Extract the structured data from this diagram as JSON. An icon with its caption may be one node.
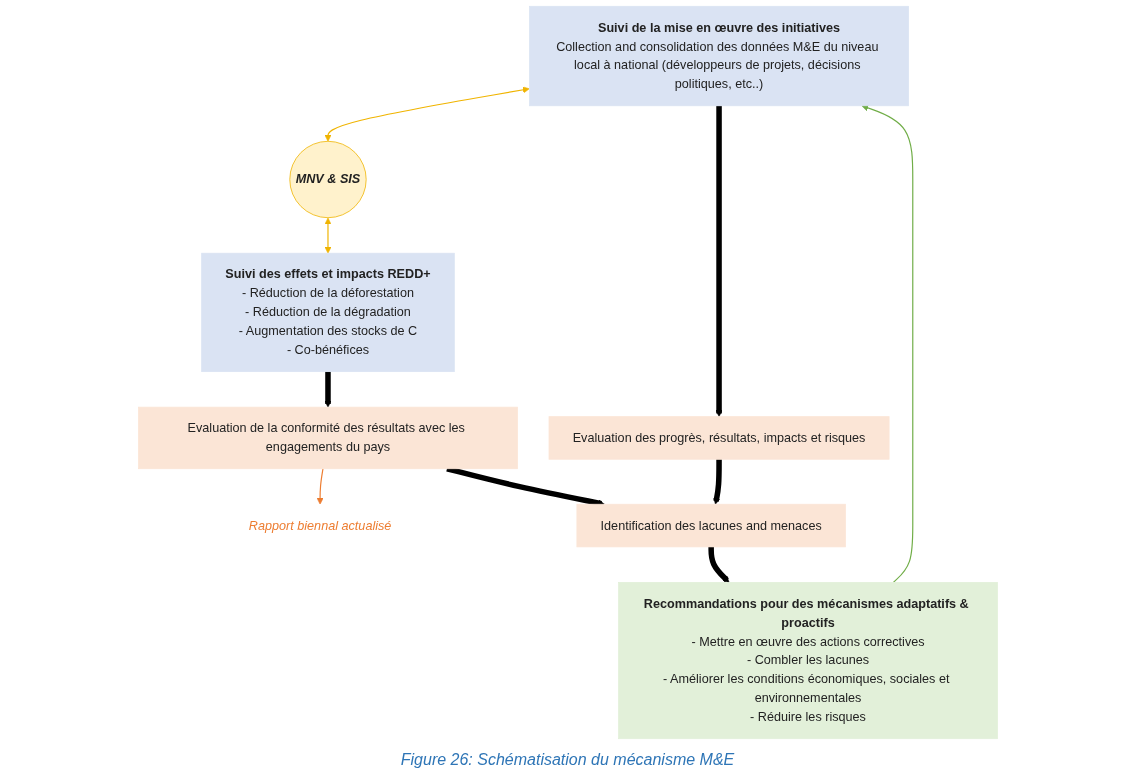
{
  "diagram": {
    "caption": "Figure 26: Schématisation du mécanisme M&E",
    "nodes": [
      {
        "text": [
          "Suivi de la mise en œuvre des initiatives",
          "Collection and consolidation des données M&E du niveau local à national (développeurs de projets, décisions politiques, etc..)"
        ]
      },
      {
        "text": [
          "MNV & SIS"
        ]
      },
      {
        "text": [
          "Suivi des effets et impacts REDD+",
          "- Réduction de la déforestation",
          "- Réduction de la dégradation",
          "- Augmentation des stocks de C",
          "- Co-bénéfices"
        ]
      },
      {
        "text": [
          "Evaluation des progrès, résultats, impacts et risques"
        ]
      },
      {
        "text": [
          "Evaluation de la conformité des résultats avec les engagements du pays"
        ]
      },
      {
        "text": [
          "Rapport biennal actualisé"
        ]
      },
      {
        "text": [
          "Identification des lacunes and menaces"
        ]
      },
      {
        "text": [
          "Recommandations pour des mécanismes adaptatifs & proactifs",
          "- Mettre en œuvre des actions correctives",
          "- Combler les lacunes",
          "- Améliorer les conditions économiques, sociales et environnementales",
          "- Réduire les risques"
        ]
      }
    ],
    "edges": [
      {
        "from": 0,
        "to": 1,
        "arrow": "both",
        "color": "#f0b400"
      },
      {
        "from": 1,
        "to": 2,
        "arrow": "both",
        "color": "#f0b400"
      },
      {
        "from": 0,
        "to": 3,
        "arrow": "to"
      },
      {
        "from": 2,
        "to": 4,
        "arrow": "to"
      },
      {
        "from": 4,
        "to": 5,
        "arrow": "to",
        "color": "#ed7d31"
      },
      {
        "from": 3,
        "to": 6,
        "arrow": "to"
      },
      {
        "from": 4,
        "to": 6,
        "arrow": "to"
      },
      {
        "from": 6,
        "to": 7,
        "arrow": "to"
      },
      {
        "from": 7,
        "to": 0,
        "arrow": "to",
        "color": "#70ad47"
      }
    ]
  }
}
